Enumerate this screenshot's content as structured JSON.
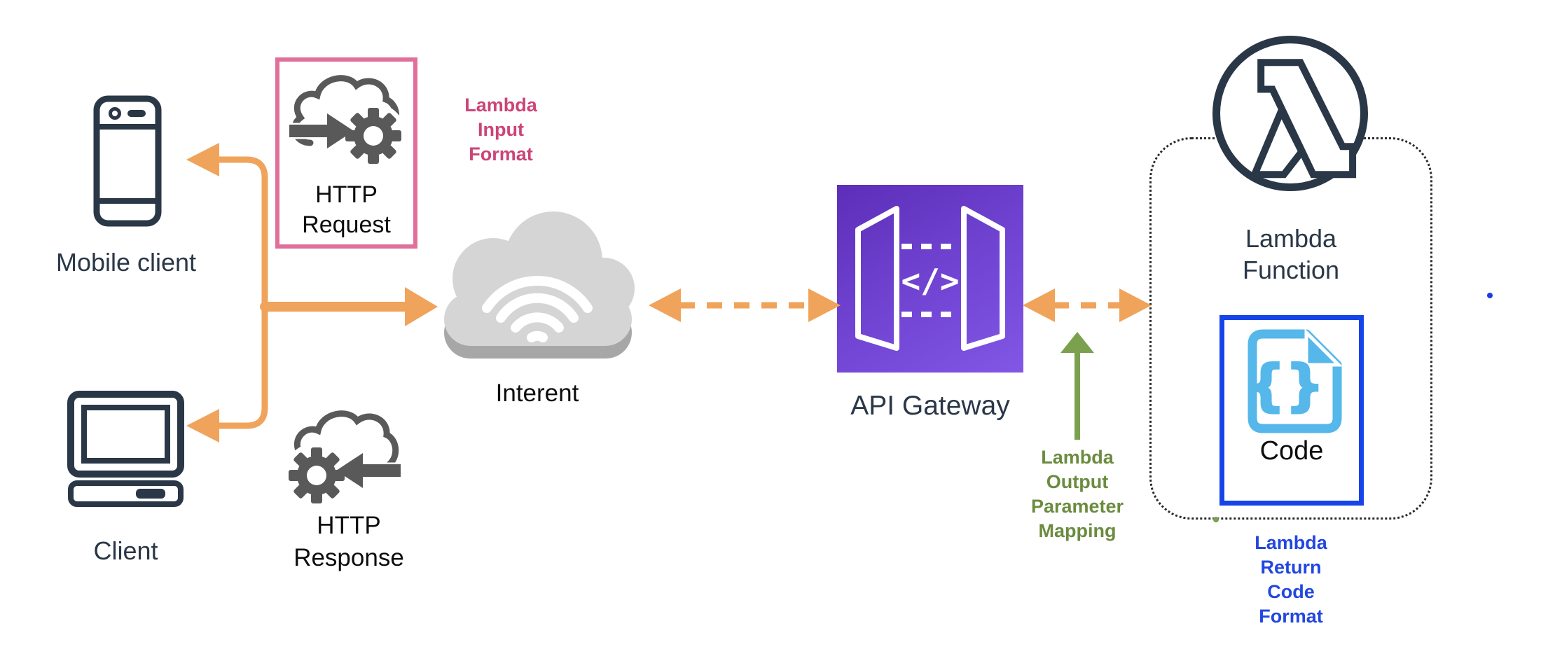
{
  "nodes": {
    "mobile_client": {
      "label": "Mobile client"
    },
    "client": {
      "label": "Client"
    },
    "http_request": {
      "label": "HTTP Request"
    },
    "http_response": {
      "label": "HTTP Response"
    },
    "internet": {
      "label": "Interent"
    },
    "api_gateway": {
      "label": "API Gateway"
    },
    "lambda_function": {
      "label": "Lambda Function"
    },
    "code": {
      "label": "Code"
    }
  },
  "annotations": {
    "lambda_input_format": {
      "label": "Lambda Input Format",
      "color": "#CC4477"
    },
    "lambda_output_parameter_mapping": {
      "label": "Lambda Output Parameter Mapping",
      "color": "#6B8C3F"
    },
    "lambda_return_code_format": {
      "label": "Lambda Return Code Format",
      "color": "#2247E0"
    }
  },
  "connections": [
    {
      "from": "internet",
      "to": "mobile_client",
      "style": "solid-curved-arrow",
      "color": "#F0A35B"
    },
    {
      "from": "internet",
      "to": "client",
      "style": "solid-curved-arrow",
      "color": "#F0A35B"
    },
    {
      "from": "clients",
      "to": "internet",
      "style": "solid-thick-arrow",
      "color": "#F0A35B"
    },
    {
      "from": "internet",
      "to": "api_gateway",
      "style": "dashed-double-arrow",
      "color": "#F0A35B"
    },
    {
      "from": "api_gateway",
      "to": "lambda_function",
      "style": "dashed-double-arrow",
      "color": "#F0A35B"
    },
    {
      "from": "lambda_output_parameter_mapping",
      "to": "api_gateway_lambda_link",
      "style": "solid-arrow-up",
      "color": "#7BA14E"
    }
  ],
  "colors": {
    "orange_arrow": "#F0A35B",
    "pink_border": "#E0709B",
    "pink_text": "#CC4477",
    "purple_gradient_start": "#5C2EB8",
    "purple_gradient_end": "#8257E6",
    "blue_border": "#1544E9",
    "light_blue_icon": "#55B7EA",
    "blue_text": "#2247E0",
    "green_text": "#6B8C3F",
    "green_arrow": "#7BA14E",
    "dark_navy": "#2A3747",
    "icon_gray": "#595959",
    "cloud_gray": "#D5D5D5",
    "cloud_shadow_gray": "#A7A7A7"
  }
}
